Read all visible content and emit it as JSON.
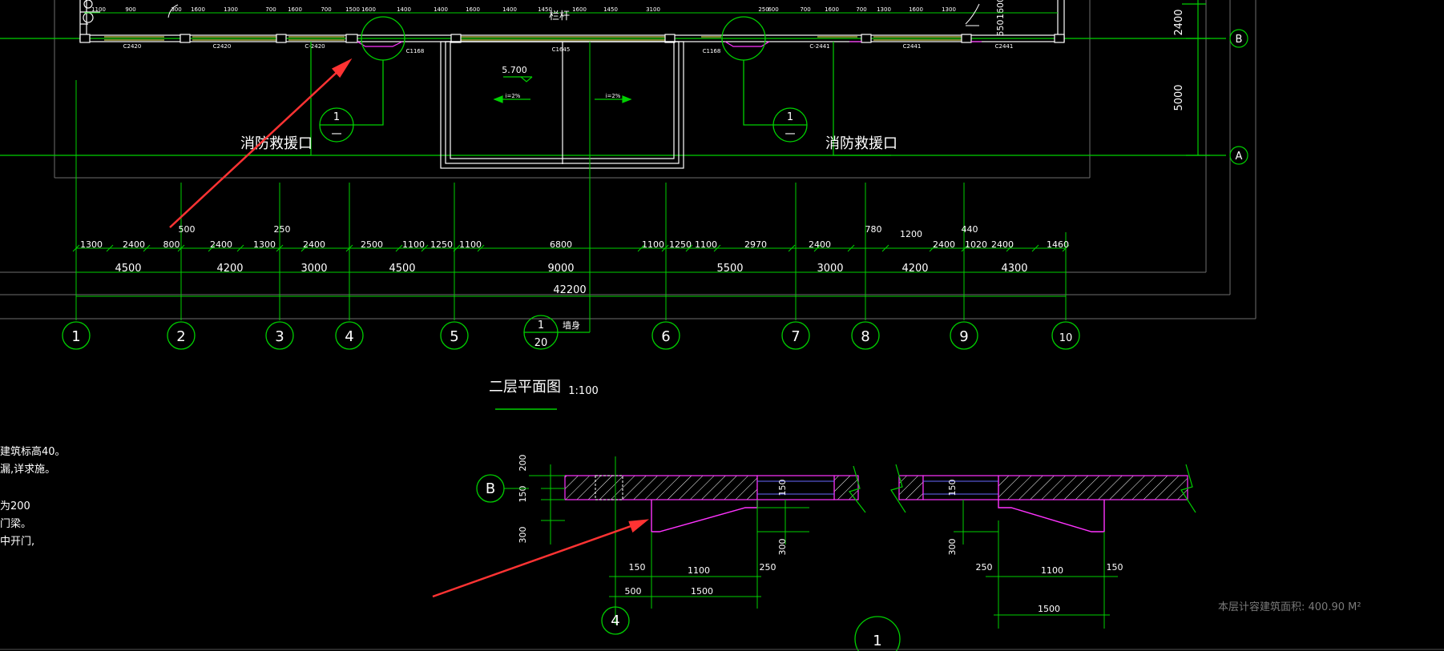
{
  "top_dims": [
    "1100",
    "900",
    "300",
    "1600",
    "1300",
    "700",
    "1600",
    "700",
    "1500",
    "1600",
    "1400",
    "1400",
    "1600",
    "1400",
    "1450",
    "1600",
    "1450",
    "3100",
    "250",
    "600",
    "700",
    "1600",
    "700",
    "1300",
    "1600",
    "1300"
  ],
  "window_tags": [
    "C2420",
    "C2420",
    "C-2420",
    "C1168",
    "C1645",
    "C1168",
    "C-2441",
    "C2441",
    "C2441"
  ],
  "lintel_label": "栏杆",
  "side_dims": {
    "top": "2400",
    "mid": "5000",
    "v550": "550",
    "v1600": "1600"
  },
  "grid_rows": [
    "B",
    "A"
  ],
  "level": "5.700",
  "slopes": [
    "i=2%",
    "i=2%"
  ],
  "section_ref": {
    "num": "1",
    "den": "一"
  },
  "rescue_label": "消防救援口",
  "dim_row1": [
    "1300",
    "2400",
    "800",
    "2400",
    "1300",
    "2400",
    "2500",
    "1100",
    "1250",
    "1100",
    "6800",
    "1100",
    "1250",
    "1100",
    "2970",
    "2400",
    "1200",
    "2400",
    "1020",
    "2400",
    "1460"
  ],
  "above_row1": [
    "500",
    "250",
    "780",
    "440"
  ],
  "dim_row2": [
    "4500",
    "4200",
    "3000",
    "4500",
    "9000",
    "5500",
    "3000",
    "4200",
    "4300"
  ],
  "dim_total": "42200",
  "axes": [
    "1",
    "2",
    "3",
    "4",
    "5",
    "6",
    "7",
    "8",
    "9",
    "10"
  ],
  "detail_ref": {
    "num": "1",
    "den": "20",
    "text": "墙身"
  },
  "plan_title": "二层平面图",
  "plan_scale": "1:100",
  "notes": [
    "建筑标高40。",
    "漏,详求施。",
    "为200",
    "门梁。",
    "中开门,"
  ],
  "detail": {
    "axis_b": "B",
    "axis_4": "4",
    "axis_1": "1",
    "left_vdims": [
      "200",
      "150",
      "300"
    ],
    "mid_vdims": [
      "150",
      "300"
    ],
    "left_hdims": {
      "a": "150",
      "b": "1100",
      "c": "250",
      "d": "500",
      "e": "1500"
    },
    "right_vdims": [
      "150",
      "300"
    ],
    "right_hdims": {
      "a": "250",
      "b": "1100",
      "c": "150",
      "e": "1500"
    }
  },
  "area_note": "本层计容建筑面积: 400.90 M²"
}
